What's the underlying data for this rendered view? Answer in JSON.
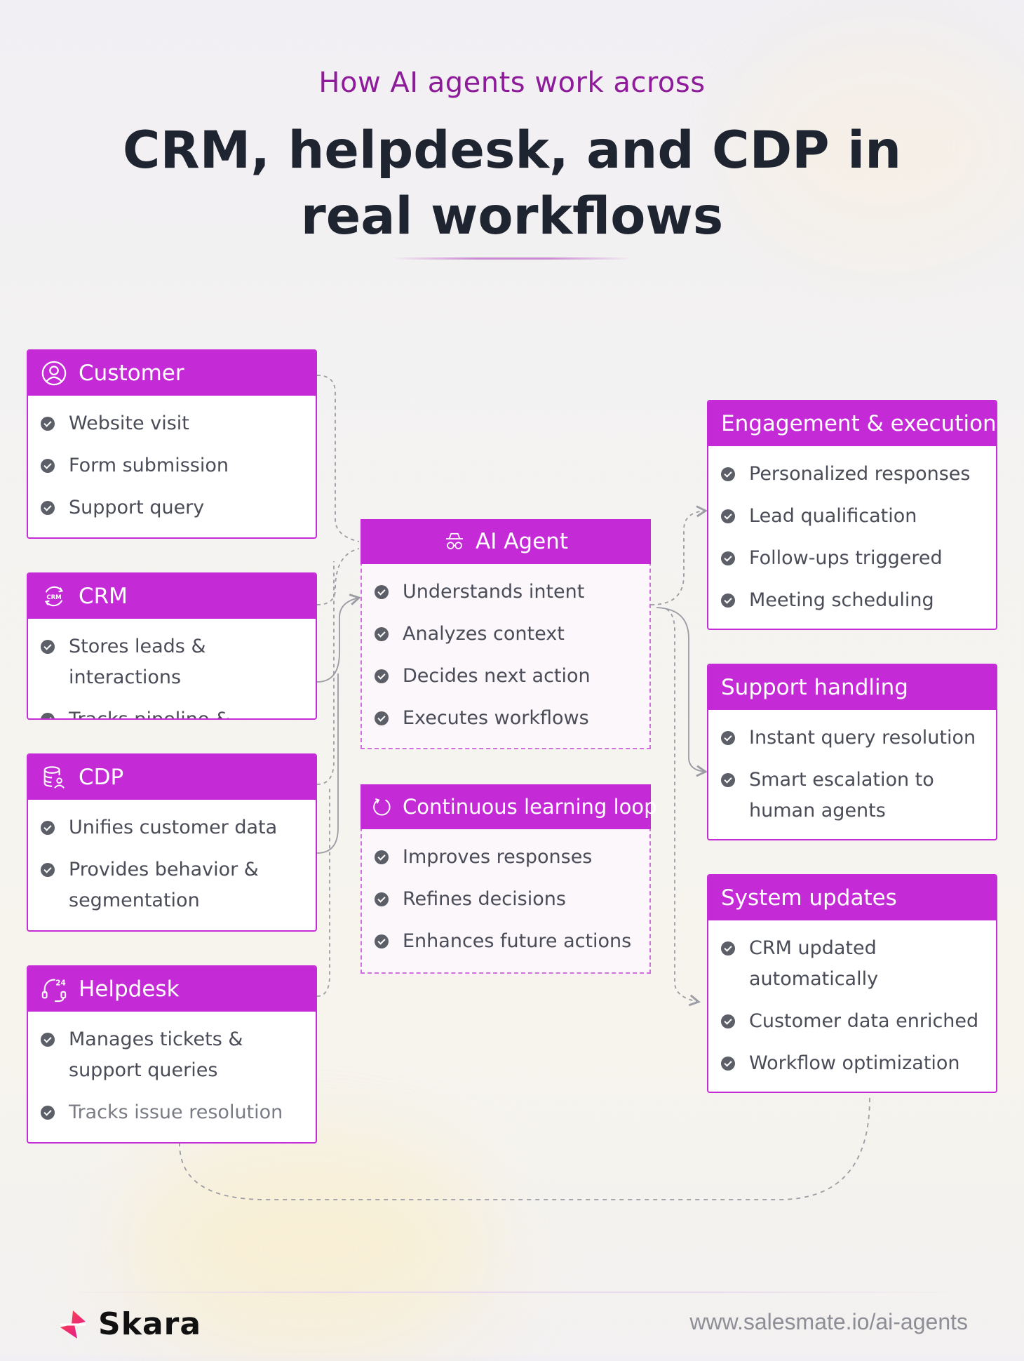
{
  "header": {
    "subtitle": "How AI agents work across",
    "title": "CRM, helpdesk, and CDP in real workflows"
  },
  "inputs": [
    {
      "title": "Customer",
      "icon": "user-circle-icon",
      "items": [
        "Website visit",
        "Form submission",
        "Support query"
      ]
    },
    {
      "title": "CRM",
      "icon": "crm-sync-icon",
      "icon_text": "CRM",
      "items": [
        "Stores leads & interactions",
        "Tracks pipeline & activity"
      ]
    },
    {
      "title": "CDP",
      "icon": "database-user-icon",
      "items": [
        "Unifies customer data",
        "Provides behavior & segmentation"
      ]
    },
    {
      "title": "Helpdesk",
      "icon": "headset-24-icon",
      "icon_text": "24",
      "items": [
        "Manages tickets & support queries",
        "Tracks issue resolution"
      ]
    }
  ],
  "agent": {
    "title": "AI Agent",
    "icon": "robot-icon",
    "items": [
      "Understands intent",
      "Analyzes context",
      "Decides next action",
      "Executes workflows"
    ]
  },
  "learning": {
    "title": "Continuous learning loop",
    "icon": "refresh-loop-icon",
    "items": [
      "Improves responses",
      "Refines decisions",
      "Enhances future actions"
    ]
  },
  "outputs": [
    {
      "title": "Engagement & execution",
      "items": [
        "Personalized responses",
        "Lead qualification",
        "Follow-ups triggered",
        "Meeting scheduling"
      ]
    },
    {
      "title": "Support handling",
      "items": [
        "Instant query resolution",
        "Smart escalation to human agents"
      ]
    },
    {
      "title": "System updates",
      "items": [
        "CRM updated automatically",
        "Customer data enriched",
        "Workflow optimization"
      ]
    }
  ],
  "footer": {
    "brand": "Skara",
    "url": "www.salesmate.io/ai-agents"
  },
  "colors": {
    "accent": "#c42ad6",
    "subtitle": "#8e1b9a",
    "title": "#1f2431",
    "connector": "#9b9ca4"
  }
}
